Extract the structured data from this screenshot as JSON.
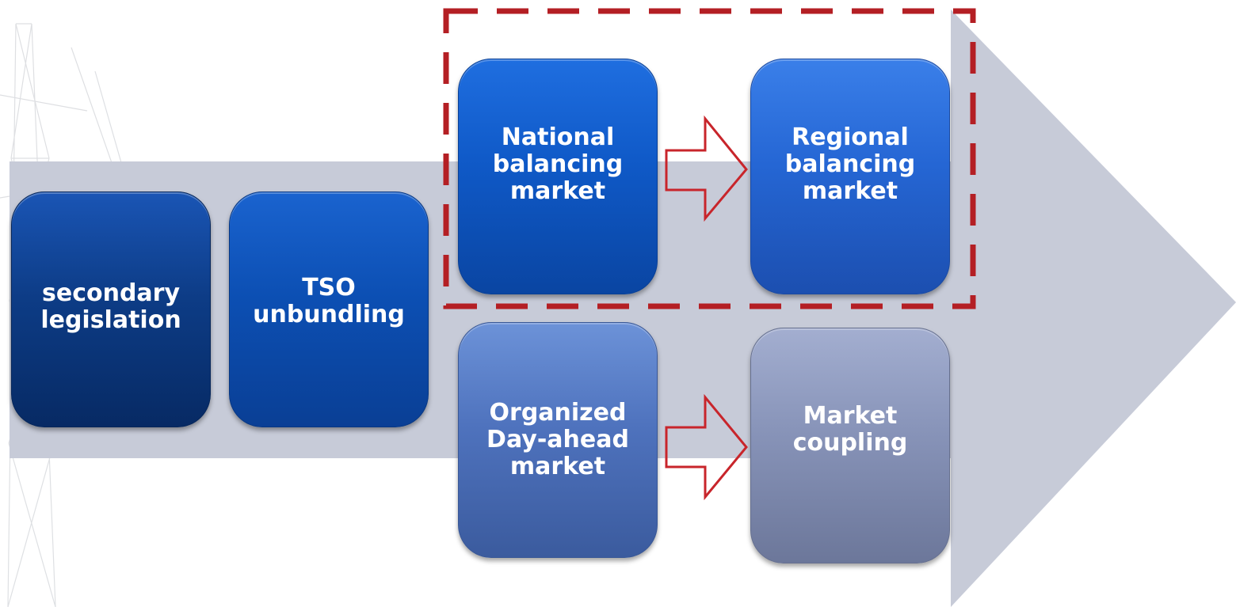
{
  "diagram": {
    "boxes": {
      "secondary_legislation": "secondary\nlegislation",
      "tso_unbundling": "TSO\nunbundling",
      "national_balancing": "National\nbalancing\nmarket",
      "regional_balancing": "Regional\nbalancing\nmarket",
      "organized_day_ahead": "Organized\nDay-ahead\nmarket",
      "market_coupling": "Market\ncoupling"
    },
    "colors": {
      "big_arrow": "#c7cbd8",
      "highlight_dash": "#b41f24",
      "small_arrow_outline": "#c8252b"
    }
  }
}
